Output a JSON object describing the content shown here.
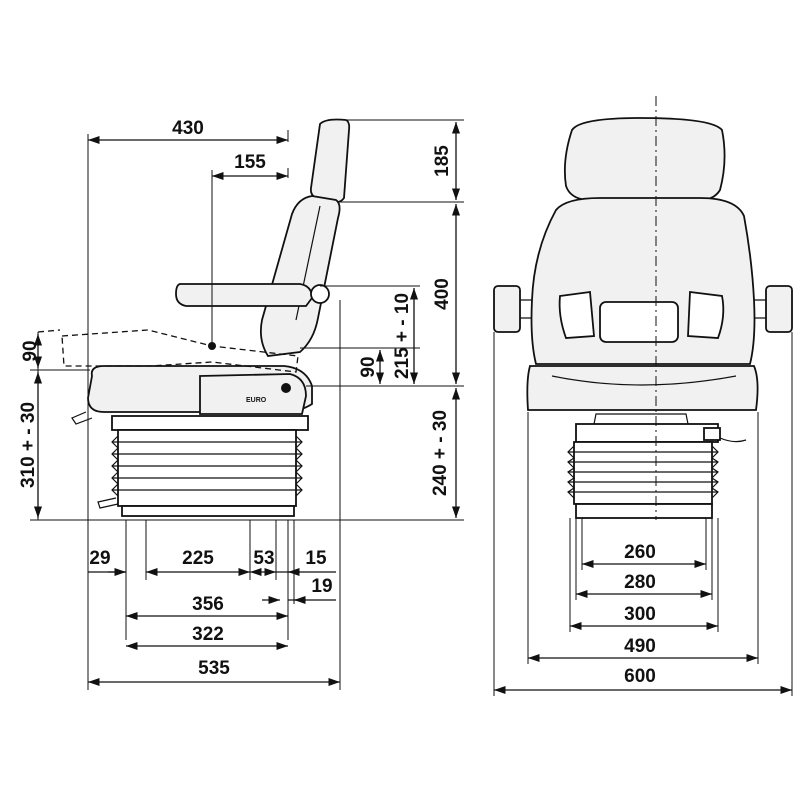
{
  "side_view": {
    "overall_width": "430",
    "armrest_offset": "155",
    "seat_tilt": "90",
    "base_height": "310 + - 30",
    "base_segments": {
      "a": "29",
      "b": "225",
      "c": "53",
      "d": "15",
      "e": "19"
    },
    "stroke_356": "356",
    "stroke_322": "322",
    "overall_depth": "535",
    "headrest_height": "185",
    "backrest_height": "400",
    "armrest_adjust": "215 + - 10",
    "armrest_90": "90",
    "suspension_height": "240 + - 30",
    "logo_text": "EURO"
  },
  "front_view": {
    "base_260": "260",
    "base_280": "280",
    "base_300": "300",
    "seat_width": "490",
    "overall_width": "600"
  }
}
